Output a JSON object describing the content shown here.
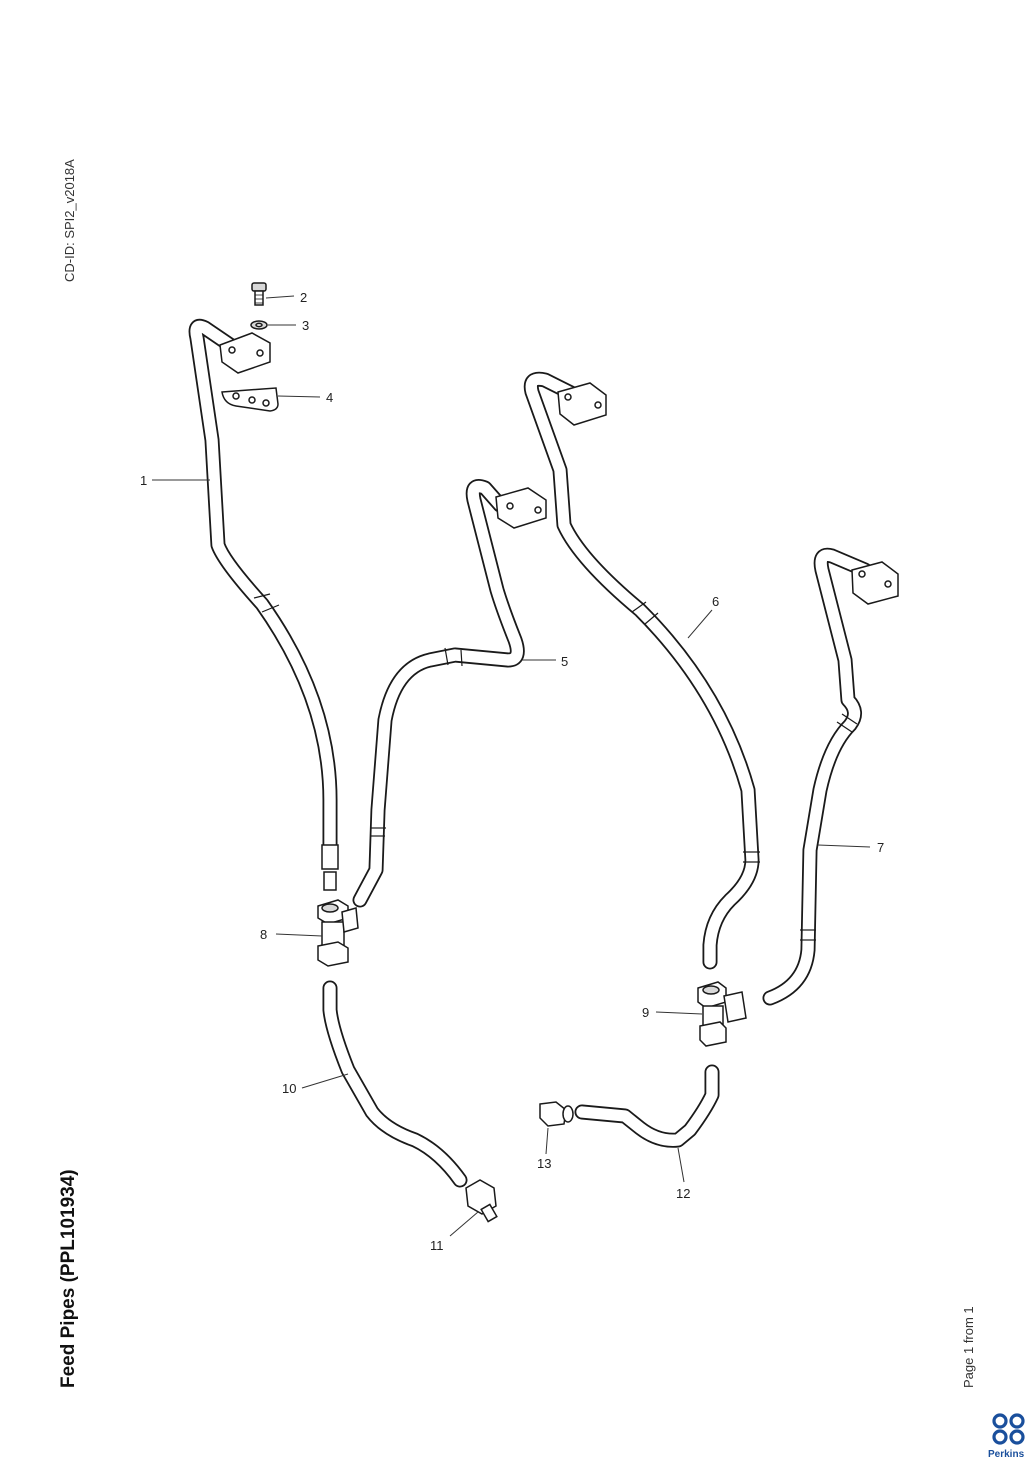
{
  "document": {
    "cd_id": "CD-ID: SPI2_v2018A",
    "title": "Feed Pipes (PPL101934)",
    "page": "Page 1 from 1",
    "brand": "Perkins",
    "brand_color": "#1a4f9c"
  },
  "callouts": [
    "1",
    "2",
    "3",
    "4",
    "5",
    "6",
    "7",
    "8",
    "9",
    "10",
    "11",
    "12",
    "13"
  ]
}
